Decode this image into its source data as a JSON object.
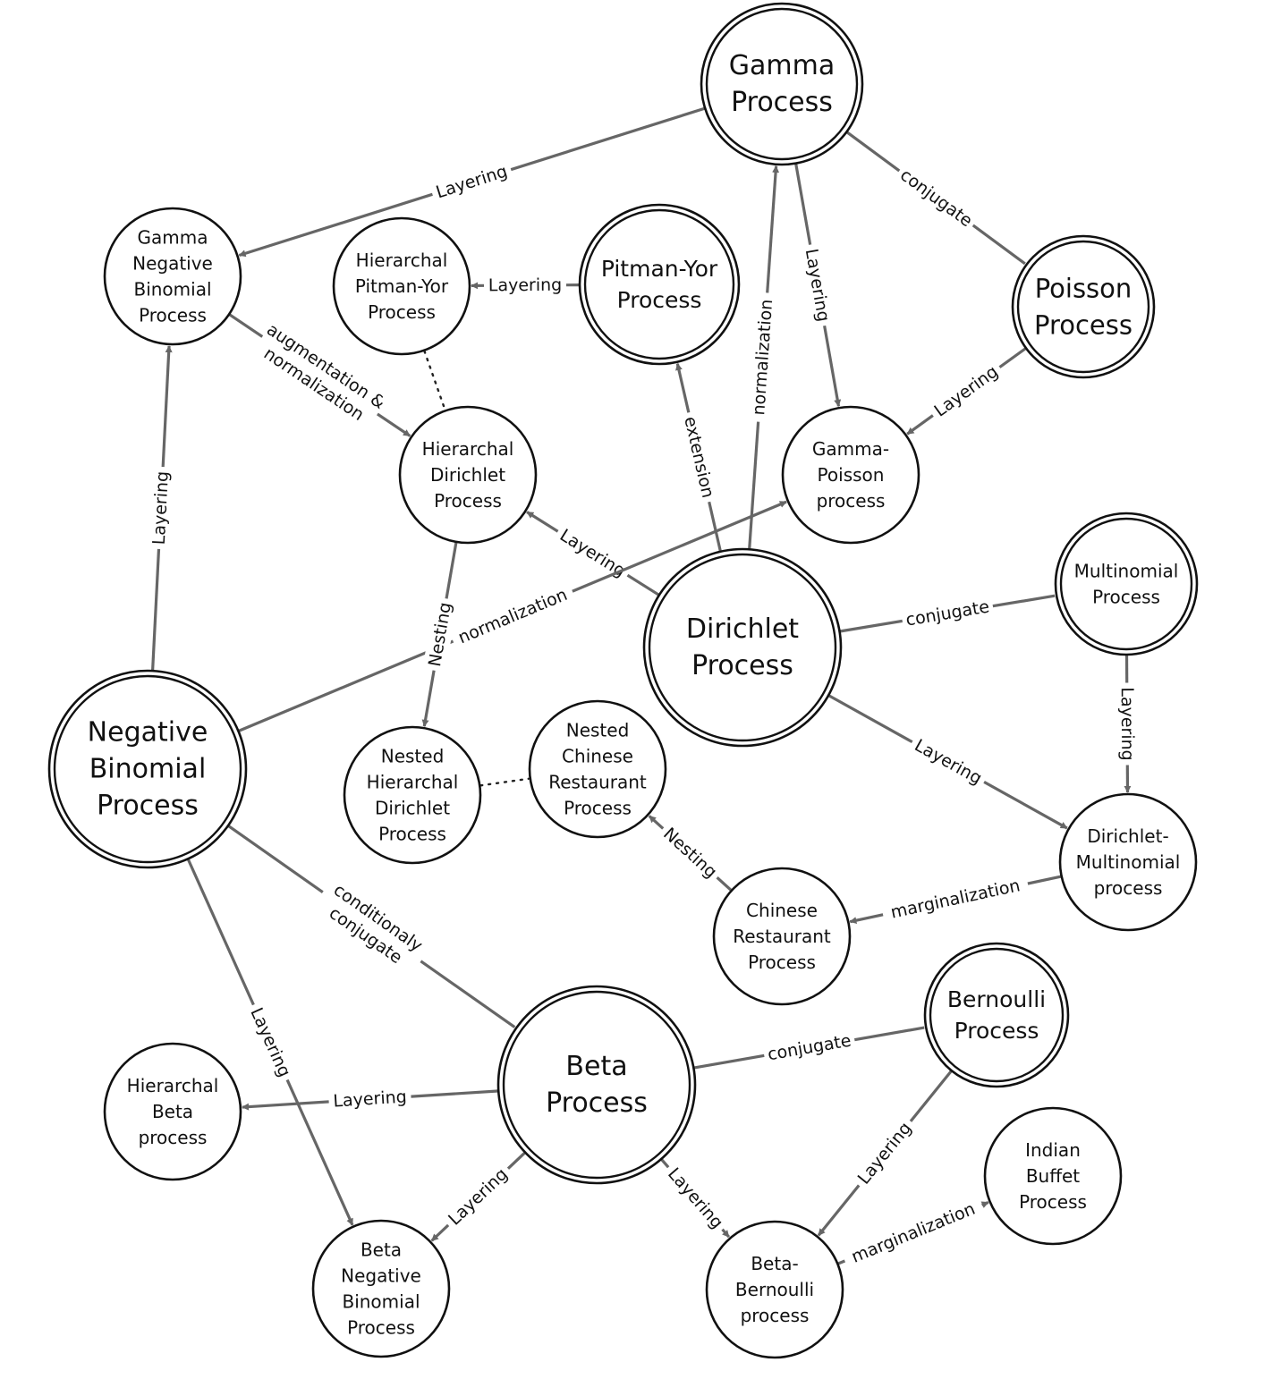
{
  "colors": {
    "node_stroke": "#111111",
    "edge": "#666666",
    "background": "#ffffff"
  },
  "nodes": [
    {
      "id": "gamma",
      "lines": [
        "Gamma",
        "Process"
      ],
      "double": true
    },
    {
      "id": "gnb",
      "lines": [
        "Gamma",
        "Negative",
        "Binomial",
        "Process"
      ],
      "double": false
    },
    {
      "id": "hpy",
      "lines": [
        "Hierarchal",
        "Pitman-Yor",
        "Process"
      ],
      "double": false
    },
    {
      "id": "pitman",
      "lines": [
        "Pitman-Yor",
        "Process"
      ],
      "double": true
    },
    {
      "id": "poisson",
      "lines": [
        "Poisson",
        "Process"
      ],
      "double": true
    },
    {
      "id": "hdp",
      "lines": [
        "Hierarchal",
        "Dirichlet",
        "Process"
      ],
      "double": false
    },
    {
      "id": "gp",
      "lines": [
        "Gamma-",
        "Poisson",
        "process"
      ],
      "double": false
    },
    {
      "id": "multi",
      "lines": [
        "Multinomial",
        "Process"
      ],
      "double": true
    },
    {
      "id": "dirichlet",
      "lines": [
        "Dirichlet",
        "Process"
      ],
      "double": true
    },
    {
      "id": "nbp",
      "lines": [
        "Negative",
        "Binomial",
        "Process"
      ],
      "double": true
    },
    {
      "id": "nhdp",
      "lines": [
        "Nested",
        "Hierarchal",
        "Dirichlet",
        "Process"
      ],
      "double": false
    },
    {
      "id": "ncrp",
      "lines": [
        "Nested",
        "Chinese",
        "Restaurant",
        "Process"
      ],
      "double": false
    },
    {
      "id": "dm",
      "lines": [
        "Dirichlet-",
        "Multinomial",
        "process"
      ],
      "double": false
    },
    {
      "id": "crp",
      "lines": [
        "Chinese",
        "Restaurant",
        "Process"
      ],
      "double": false
    },
    {
      "id": "bernoulli",
      "lines": [
        "Bernoulli",
        "Process"
      ],
      "double": true
    },
    {
      "id": "beta",
      "lines": [
        "Beta",
        "Process"
      ],
      "double": true
    },
    {
      "id": "hbeta",
      "lines": [
        "Hierarchal",
        "Beta",
        "process"
      ],
      "double": false
    },
    {
      "id": "ibp",
      "lines": [
        "Indian",
        "Buffet",
        "Process"
      ],
      "double": false
    },
    {
      "id": "bnb",
      "lines": [
        "Beta",
        "Negative",
        "Binomial",
        "Process"
      ],
      "double": false
    },
    {
      "id": "bb",
      "lines": [
        "Beta-",
        "Bernoulli",
        "process"
      ],
      "double": false
    }
  ],
  "edges": [
    {
      "id": "gamma-gnb",
      "from": "gamma",
      "to": "gnb",
      "label": [
        "Layering"
      ],
      "style": "arrow"
    },
    {
      "id": "gamma-gp",
      "from": "gamma",
      "to": "gp",
      "label": [
        "Layering"
      ],
      "style": "arrow"
    },
    {
      "id": "gamma-poisson",
      "from": "gamma",
      "to": "poisson",
      "label": [
        "conjugate"
      ],
      "style": "line"
    },
    {
      "id": "poisson-gp",
      "from": "poisson",
      "to": "gp",
      "label": [
        "Layering"
      ],
      "style": "arrow"
    },
    {
      "id": "pitman-hpy",
      "from": "pitman",
      "to": "hpy",
      "label": [
        "Layering"
      ],
      "style": "arrow"
    },
    {
      "id": "hpy-hdp",
      "from": "hpy",
      "to": "hdp",
      "label": [],
      "style": "dotted"
    },
    {
      "id": "gnb-hdp",
      "from": "gnb",
      "to": "hdp",
      "label": [
        "augmentation &",
        "normalization"
      ],
      "style": "arrow"
    },
    {
      "id": "nbp-gnb",
      "from": "nbp",
      "to": "gnb",
      "label": [
        "Layering"
      ],
      "style": "arrow"
    },
    {
      "id": "dirichlet-gamma",
      "from": "dirichlet",
      "to": "gamma",
      "label": [
        "normalization"
      ],
      "style": "arrow"
    },
    {
      "id": "dirichlet-pitman",
      "from": "dirichlet",
      "to": "pitman",
      "label": [
        "extension"
      ],
      "style": "arrow"
    },
    {
      "id": "dirichlet-hdp",
      "from": "dirichlet",
      "to": "hdp",
      "label": [
        "Layering"
      ],
      "style": "arrow"
    },
    {
      "id": "nbp-gp",
      "from": "nbp",
      "to": "gp",
      "label": [
        "normalization"
      ],
      "style": "arrow"
    },
    {
      "id": "hdp-nhdp",
      "from": "hdp",
      "to": "nhdp",
      "label": [
        "Nesting"
      ],
      "style": "arrow"
    },
    {
      "id": "nhdp-ncrp",
      "from": "nhdp",
      "to": "ncrp",
      "label": [],
      "style": "dotted"
    },
    {
      "id": "dirichlet-multi",
      "from": "dirichlet",
      "to": "multi",
      "label": [
        "conjugate"
      ],
      "style": "line"
    },
    {
      "id": "multi-dm",
      "from": "multi",
      "to": "dm",
      "label": [
        "Layering"
      ],
      "style": "arrow"
    },
    {
      "id": "dirichlet-dm",
      "from": "dirichlet",
      "to": "dm",
      "label": [
        "Layering"
      ],
      "style": "arrow"
    },
    {
      "id": "dm-crp",
      "from": "dm",
      "to": "crp",
      "label": [
        "marginalization"
      ],
      "style": "arrow"
    },
    {
      "id": "crp-ncrp",
      "from": "crp",
      "to": "ncrp",
      "label": [
        "Nesting"
      ],
      "style": "arrow"
    },
    {
      "id": "nbp-beta",
      "from": "nbp",
      "to": "beta",
      "label": [
        "conditionaly",
        "conjugate"
      ],
      "style": "line"
    },
    {
      "id": "nbp-bnb",
      "from": "nbp",
      "to": "bnb",
      "label": [
        "Layering"
      ],
      "style": "arrow"
    },
    {
      "id": "beta-hbeta",
      "from": "beta",
      "to": "hbeta",
      "label": [
        "Layering"
      ],
      "style": "arrow"
    },
    {
      "id": "beta-bnb",
      "from": "beta",
      "to": "bnb",
      "label": [
        "Layering"
      ],
      "style": "arrow"
    },
    {
      "id": "beta-bernoulli",
      "from": "beta",
      "to": "bernoulli",
      "label": [
        "conjugate"
      ],
      "style": "line"
    },
    {
      "id": "beta-bb",
      "from": "beta",
      "to": "bb",
      "label": [
        "Layering"
      ],
      "style": "arrow"
    },
    {
      "id": "bernoulli-bb",
      "from": "bernoulli",
      "to": "bb",
      "label": [
        "Layering"
      ],
      "style": "arrow"
    },
    {
      "id": "bb-ibp",
      "from": "bb",
      "to": "ibp",
      "label": [
        "marginalization"
      ],
      "style": "arrow"
    }
  ]
}
